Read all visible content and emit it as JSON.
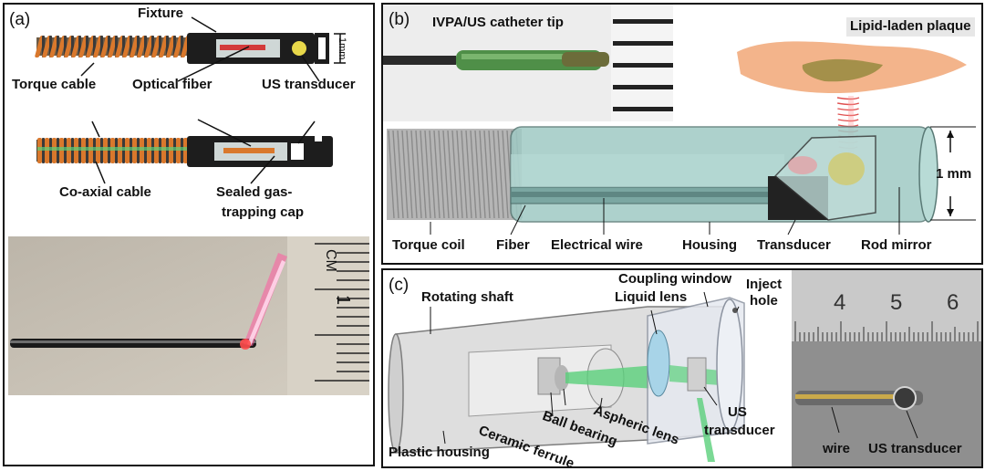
{
  "panel_a": {
    "tag": "(a)",
    "labels": {
      "fixture": "Fixture",
      "torque_cable": "Torque cable",
      "optical_fiber": "Optical fiber",
      "us_transducer": "US transducer",
      "scale": "1mm",
      "coaxial_cable": "Co-axial cable",
      "sealed_cap_1": "Sealed gas-",
      "sealed_cap_2": "trapping cap"
    },
    "ruler": {
      "unit": "CM",
      "mark": "1"
    }
  },
  "panel_b": {
    "tag": "(b)",
    "labels": {
      "catheter_tip": "IVPA/US catheter tip",
      "plaque": "Lipid-laden plaque",
      "scale": "1 mm",
      "torque_coil": "Torque coil",
      "fiber": "Fiber",
      "electrical_wire": "Electrical wire",
      "housing": "Housing",
      "transducer": "Transducer",
      "rod_mirror": "Rod mirror"
    }
  },
  "panel_c": {
    "tag": "(c)",
    "labels": {
      "rotating_shaft": "Rotating shaft",
      "coupling_window": "Coupling window",
      "liquid_lens": "Liquid lens",
      "inject_1": "Inject",
      "inject_2": "hole",
      "plastic_housing": "Plastic housing",
      "ceramic_ferrule": "Ceramic ferrule",
      "ball_bearing": "Ball bearing",
      "aspheric_lens": "Aspheric lens",
      "us_1": "US",
      "us_2": "transducer",
      "wire": "wire",
      "us_transducer_photo": "US transducer"
    },
    "ruler_numbers": [
      "4",
      "5",
      "6"
    ]
  },
  "colors": {
    "coil_orange": "#d9782c",
    "coil_black": "#3a3a3a",
    "fiber_red": "#d33b3b",
    "transducer_yellow": "#e8d84a",
    "housing_teal": "#9fc9c4",
    "plaque_peach": "#f3b48b",
    "plaque_core": "#a4904a",
    "green_beam": "#5ad07a",
    "laser_pink": "#ff5aa0"
  }
}
